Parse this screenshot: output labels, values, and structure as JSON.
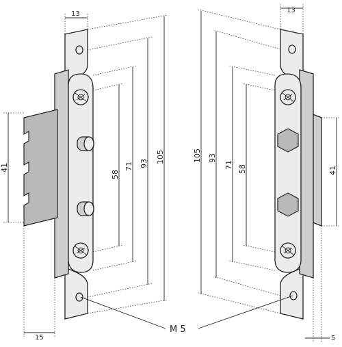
{
  "dimensions": {
    "left_top_width": "13",
    "left_bottom_width": "15",
    "left_height_41": "41",
    "left_58": "58",
    "left_71": "71",
    "left_93": "93",
    "left_105": "105",
    "right_top_width": "13",
    "right_bottom_width": "5",
    "right_height_41": "41",
    "right_58": "58",
    "right_71": "71",
    "right_93": "93",
    "right_105": "105"
  },
  "callout": {
    "thread": "M 5"
  },
  "colors": {
    "line": "#222222",
    "metal_light": "#ececec",
    "metal_mid": "#cfcfcf",
    "metal_dark": "#b9b9b9"
  }
}
